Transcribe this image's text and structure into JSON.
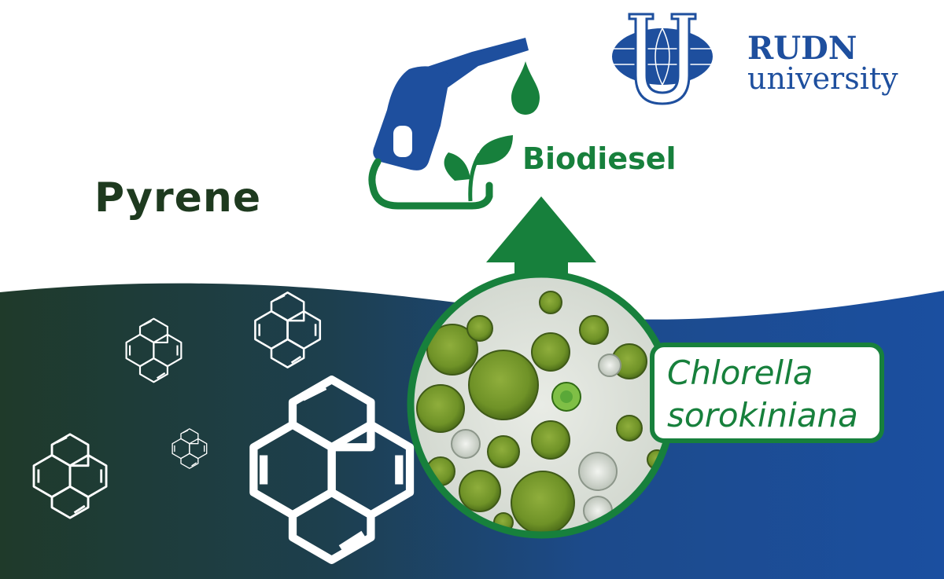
{
  "labels": {
    "pyrene": "Pyrene",
    "biodiesel": "Biodiesel",
    "species_line_1": "Chlorella",
    "species_line_2": "sorokiniana"
  },
  "logo": {
    "name": "RUDN",
    "subtitle": "university"
  },
  "colors": {
    "green": "#17803c",
    "dark_green": "#1e3a1f",
    "blue": "#1e4f9e",
    "dark_band": "#1f3a2a"
  },
  "icons": [
    "fuel-nozzle-icon",
    "fuel-drop-icon",
    "leaf-sprout-icon",
    "up-arrow-icon",
    "pyrene-molecule-icon",
    "algae-micrograph",
    "rudn-globe-logo"
  ]
}
